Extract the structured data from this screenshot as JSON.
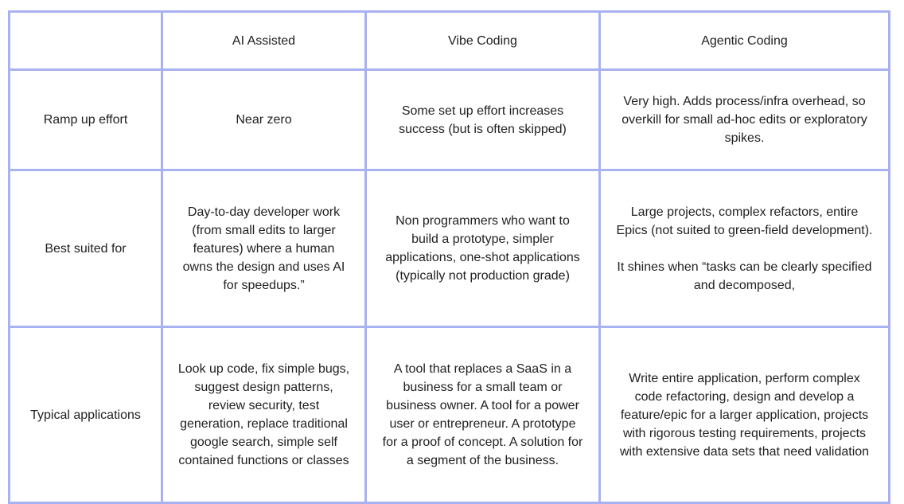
{
  "page": {
    "background_color": "#ffffff",
    "text_color": "#212121",
    "table_border_color": "#a9b2f0"
  },
  "table": {
    "header": [
      "",
      "AI Assisted",
      "Vibe Coding",
      "Agentic Coding"
    ],
    "rows": [
      {
        "label": "Ramp up effort",
        "cells": [
          "Near zero",
          "Some set up effort increases success (but is often skipped)",
          "Very high. Adds process/infra overhead, so overkill for small ad-hoc edits or exploratory spikes."
        ]
      },
      {
        "label": "Best suited for",
        "cells": [
          "Day-to-day developer work (from small edits to larger features) where a human owns the design and uses AI for speedups.”",
          "Non programmers who want to build a prototype, simpler applications, one-shot applications (typically not production grade)",
          "Large projects, complex refactors, entire Epics (not suited to green-field development).\n\nIt shines when “tasks can be clearly specified and decomposed,"
        ]
      },
      {
        "label": "Typical applications",
        "cells": [
          "Look up code, fix simple bugs, suggest design patterns, review security, test generation, replace traditional google search, simple self contained functions or classes",
          "A tool that replaces a SaaS in a business for a small team or business owner. A tool for a power user or entrepreneur. A prototype for a proof of concept. A solution for a segment of the business.",
          "Write entire application, perform complex code refactoring, design and develop a feature/epic for a larger application, projects with rigorous testing requirements, projects with extensive data sets that need validation"
        ]
      }
    ]
  }
}
